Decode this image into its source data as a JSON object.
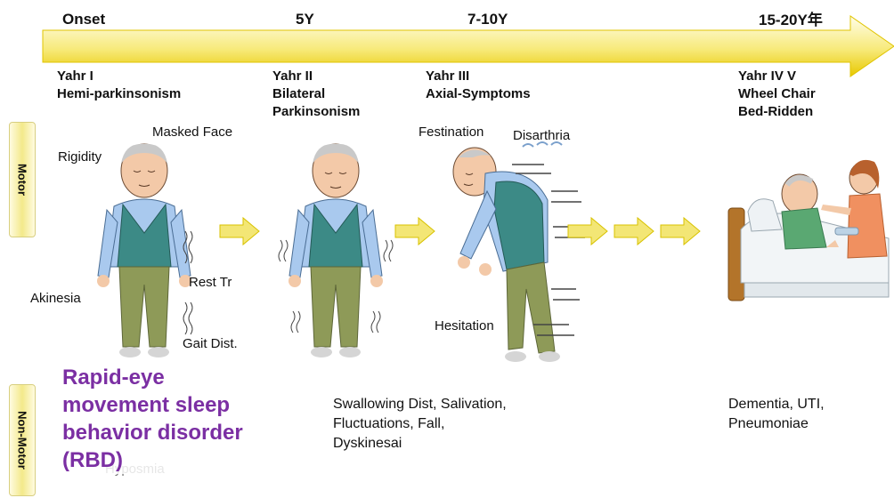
{
  "timeline": {
    "markers": [
      "Onset",
      "5Y",
      "7-10Y",
      "15-20Y年"
    ]
  },
  "stages": [
    {
      "line1": "Yahr I",
      "line2": "Hemi-parkinsonism",
      "line3": ""
    },
    {
      "line1": "Yahr II",
      "line2": "Bilateral",
      "line3": "Parkinsonism"
    },
    {
      "line1": "Yahr III",
      "line2": "Axial-Symptoms",
      "line3": ""
    },
    {
      "line1": "Yahr IV V",
      "line2": "Wheel Chair",
      "line3": "Bed-Ridden"
    }
  ],
  "sidebar": {
    "motor": "Motor",
    "nonmotor": "Non-Motor"
  },
  "motor_labels": {
    "masked_face": "Masked Face",
    "rigidity": "Rigidity",
    "rest_tremor": "Rest Tr",
    "akinesia": "Akinesia",
    "gait": "Gait Dist.",
    "festination": "Festination",
    "disarthria": "Disarthria",
    "hesitation": "Hesitation"
  },
  "nonmotor": {
    "rbd_lines": [
      "Rapid-eye",
      "movement sleep",
      "behavior disorder",
      "(RBD)"
    ],
    "hidden_text": "Hyposmia",
    "mid_lines": [
      "Swallowing Dist, Salivation,",
      "Fluctuations, Fall,",
      "Dyskinesai"
    ],
    "late_lines": [
      "Dementia, UTI,",
      "Pneumoniae"
    ]
  },
  "colors": {
    "arrow_light": "#fffbd5",
    "arrow_dark": "#f0d000",
    "rbd_purple": "#7b2fa3",
    "vest": "#3c8a86",
    "shirt": "#a9c9ee",
    "pants": "#8e9a58"
  }
}
